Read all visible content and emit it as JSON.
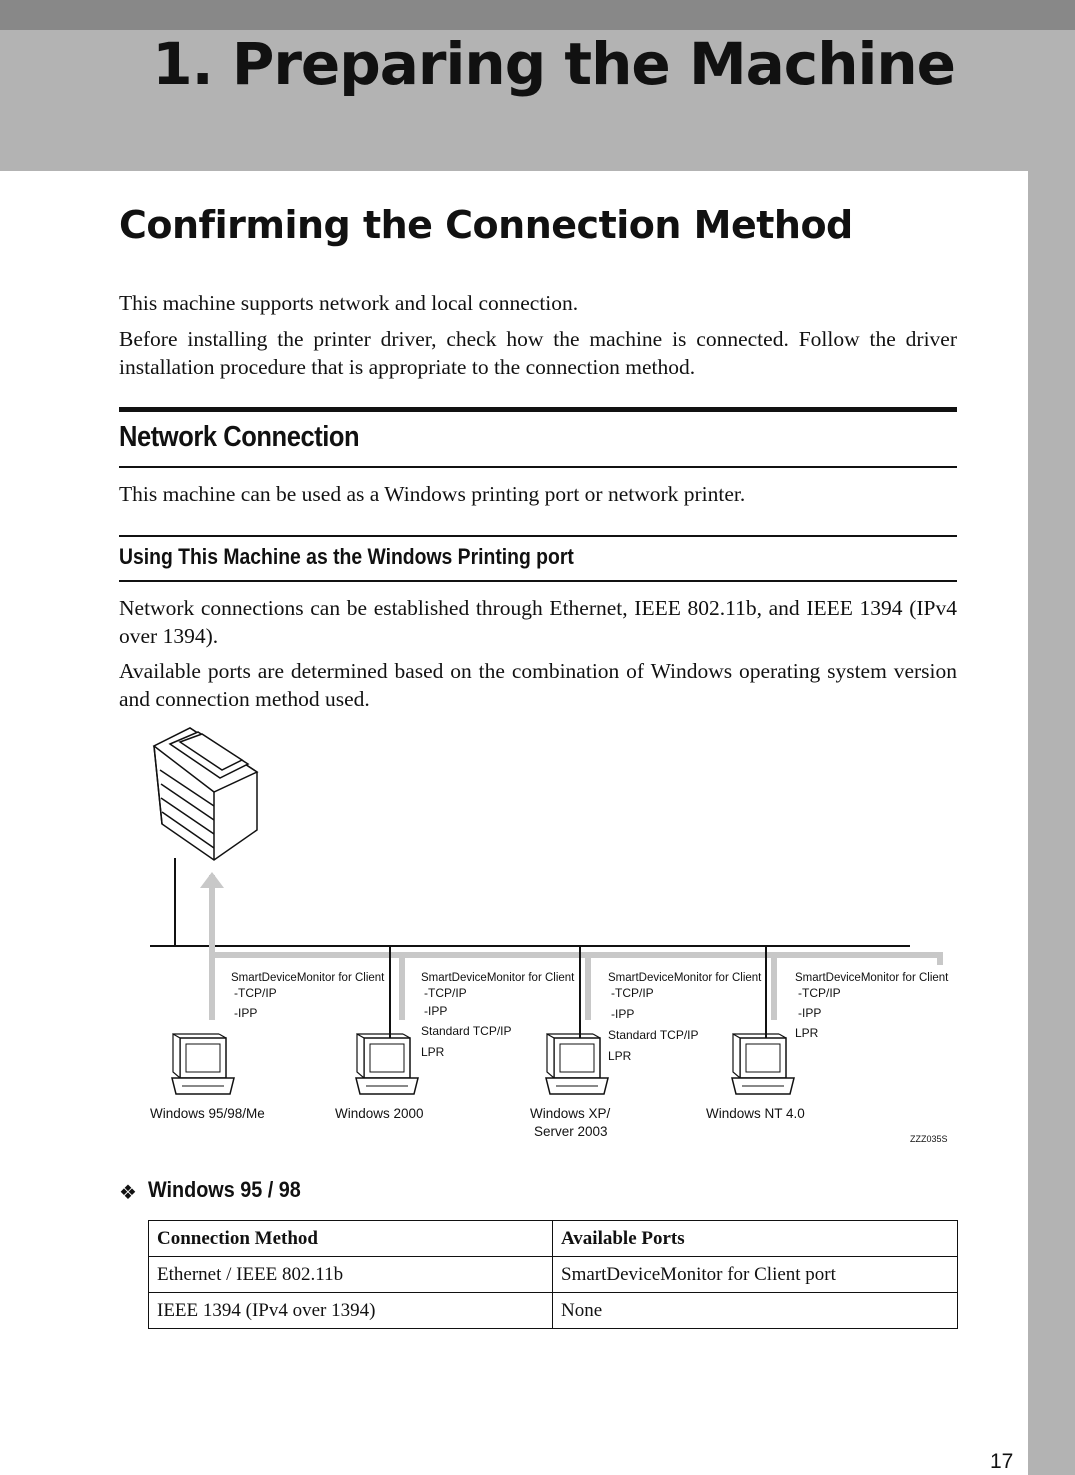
{
  "chapter": {
    "title": "1. Preparing the Machine"
  },
  "section": {
    "title": "Confirming the Connection Method",
    "paragraphs": [
      "This machine supports network and local connection.",
      "Before installing the printer driver, check how the machine is connected. Follow the driver installation procedure that is appropriate to the connection method."
    ]
  },
  "network": {
    "title": "Network Connection",
    "text": "This machine can be used as a Windows printing port or network printer."
  },
  "windows_port": {
    "title": "Using This Machine as the Windows Printing port",
    "paragraphs": [
      "Network connections can be established through Ethernet, IEEE 802.11b, and IEEE 1394 (IPv4 over 1394).",
      "Available ports are determined based on the combination of Windows operating system version and connection method used."
    ]
  },
  "diagram": {
    "computers": [
      {
        "name": "Windows 95/98/Me",
        "header": "SmartDeviceMonitor for Client",
        "ports": [
          "-TCP/IP",
          "-IPP"
        ]
      },
      {
        "name": "Windows 2000",
        "header": "SmartDeviceMonitor for Client",
        "ports": [
          "-TCP/IP",
          "-IPP",
          "Standard TCP/IP",
          "LPR"
        ]
      },
      {
        "name": "Windows XP/",
        "name2": "Server 2003",
        "header": "SmartDeviceMonitor for Client",
        "ports": [
          "-TCP/IP",
          "-IPP",
          "Standard TCP/IP",
          "LPR"
        ]
      },
      {
        "name": "Windows NT 4.0",
        "header": "SmartDeviceMonitor for Client",
        "ports": [
          "-TCP/IP",
          "-IPP",
          "LPR"
        ]
      }
    ],
    "code": "ZZZ035S"
  },
  "win95": {
    "symbol": "❖",
    "title": "Windows 95 / 98",
    "table": {
      "headers": [
        "Connection Method",
        "Available Ports"
      ],
      "rows": [
        [
          "Ethernet / IEEE 802.11b",
          "SmartDeviceMonitor for Client port"
        ],
        [
          "IEEE 1394 (IPv4 over 1394)",
          "None"
        ]
      ]
    }
  },
  "page_number": "17"
}
